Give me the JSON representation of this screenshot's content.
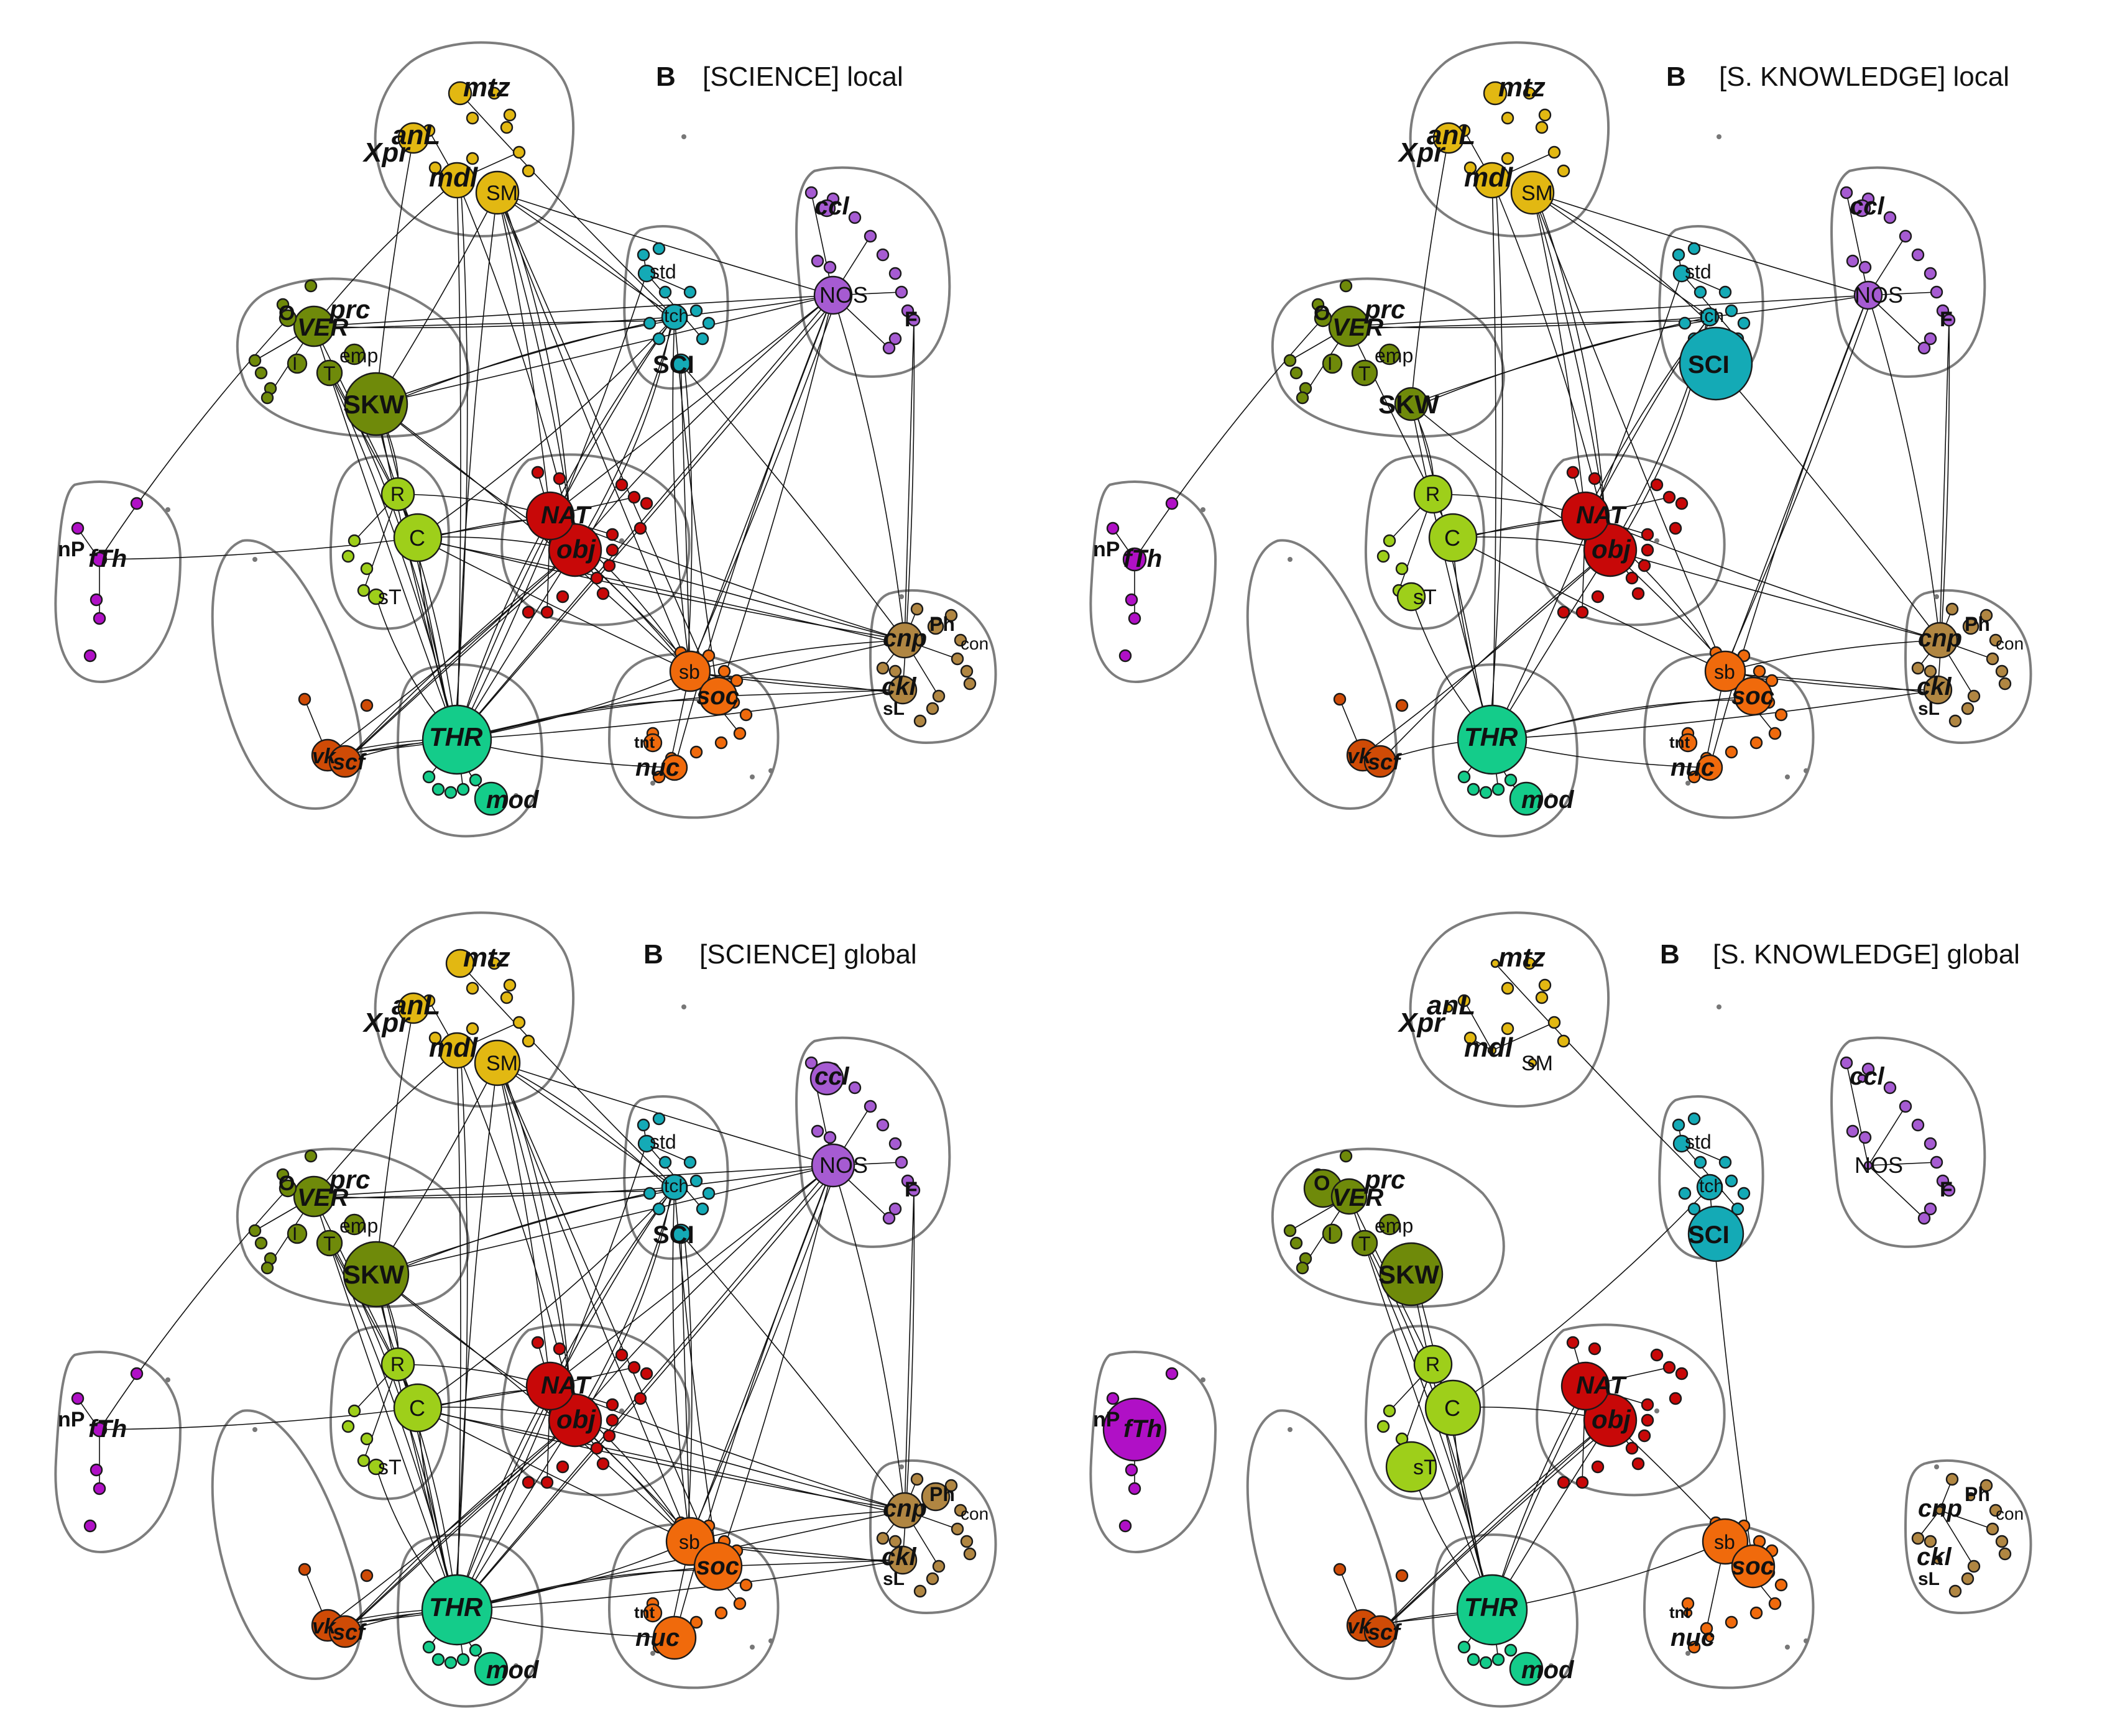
{
  "panels": [
    {
      "id": "p1",
      "letter": "B",
      "title": "[SCIENCE]  local"
    },
    {
      "id": "p2",
      "letter": "B",
      "title": "[S. KNOWLEDGE]  local"
    },
    {
      "id": "p3",
      "letter": "B",
      "title": "[SCIENCE]  global"
    },
    {
      "id": "p4",
      "letter": "B",
      "title": "[S. KNOWLEDGE]  global"
    }
  ],
  "colors": {
    "yellow": "#e2b812",
    "olive": "#6f8a0a",
    "lime": "#9ecf1a",
    "teal": "#14aab6",
    "violet": "#a65bd2",
    "magenta": "#b010c6",
    "red": "#c80808",
    "orange": "#f06a0c",
    "rust": "#cf4b06",
    "green": "#14cc8a",
    "brown": "#b08642"
  },
  "labels": {
    "mtz": "mtz",
    "anL": "anL",
    "Xpr": "Xpr",
    "mdl": "mdl",
    "SM": "SM",
    "ccl": "ccl",
    "std": "std",
    "tch": "tch",
    "NOS": "NOS",
    "F": "F",
    "SCI": "SCI",
    "O": "O",
    "VER": "VER",
    "prc": "prc",
    "I": "I",
    "emp": "emp",
    "T": "T",
    "SKW": "SKW",
    "nP": "nP",
    "fTh": "fTh",
    "R": "R",
    "C": "C",
    "sT": "sT",
    "NAT": "NAT",
    "obj": "obj",
    "cnp": "cnp",
    "Ph": "Ph",
    "con": "con",
    "ckl": "ckl",
    "sL": "sL",
    "sb": "sb",
    "soc": "soc",
    "tnt": "tnt",
    "nuc": "nuc",
    "vk": "vk",
    "scf": "scf",
    "THR": "THR",
    "mod": "mod"
  }
}
